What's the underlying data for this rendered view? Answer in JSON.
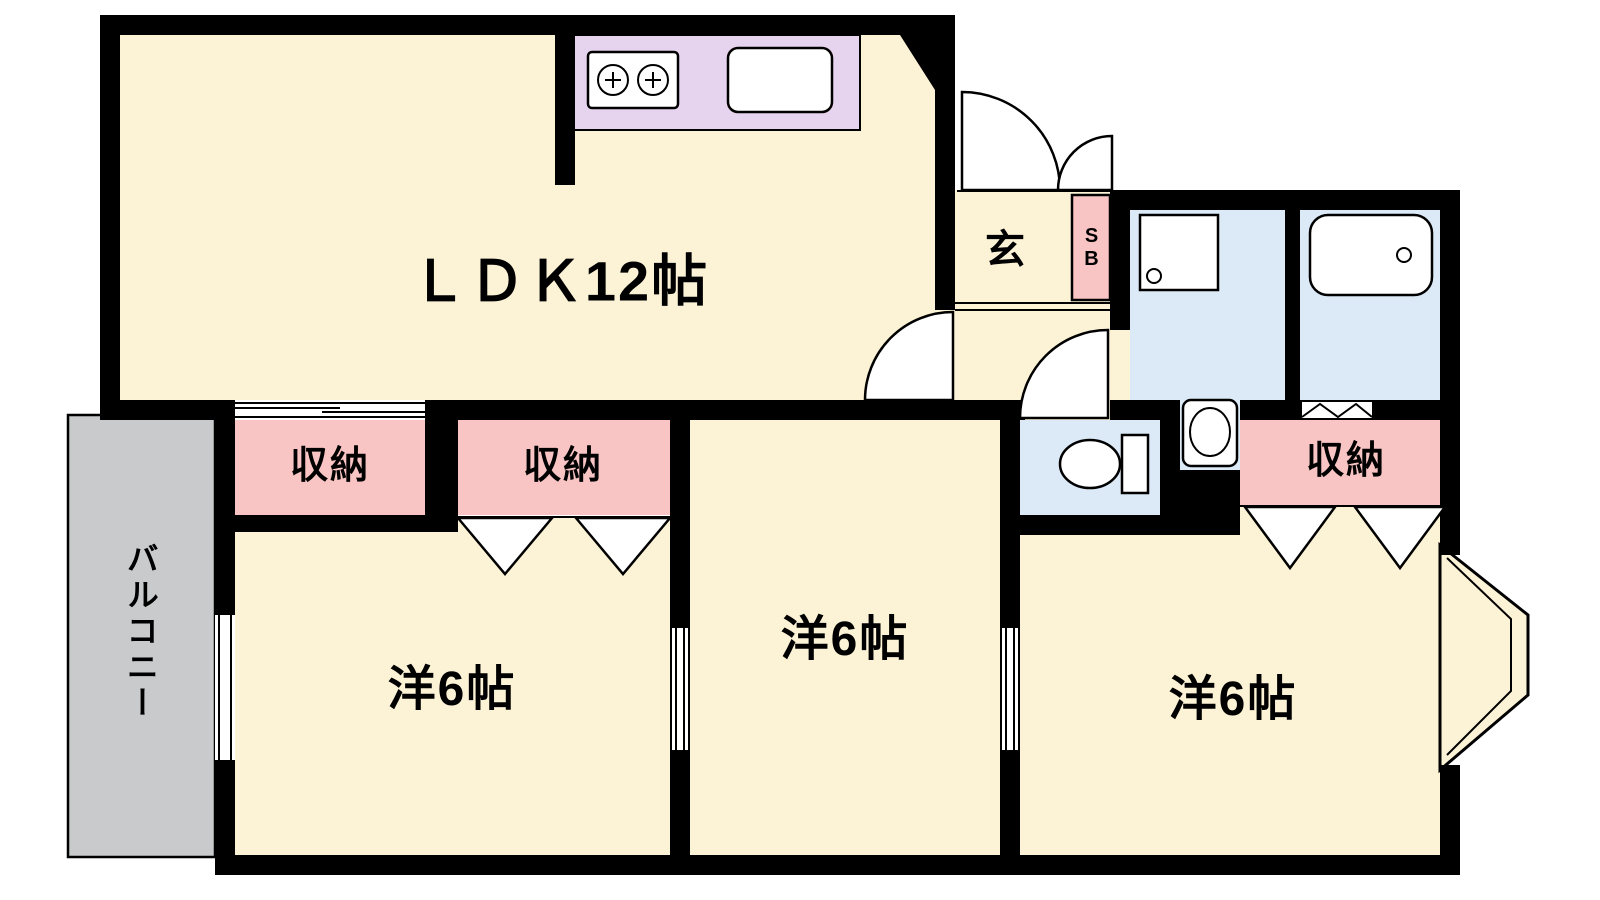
{
  "colors": {
    "wall": "#000000",
    "room": "#FCF3D6",
    "storage": "#F9C5C4",
    "wet": "#DCEAF7",
    "kitchen": "#E6D4EF",
    "balcony": "#C9CACB"
  },
  "rooms": {
    "ldk": {
      "label": "ＬＤＫ12帖"
    },
    "genkan": {
      "label": "玄"
    },
    "shoe_box": {
      "label": "SB"
    },
    "storage_a": {
      "label": "収納"
    },
    "storage_b": {
      "label": "収納"
    },
    "storage_c": {
      "label": "収納"
    },
    "bedroom_left": {
      "label": "洋6帖"
    },
    "bedroom_center": {
      "label": "洋6帖"
    },
    "bedroom_right": {
      "label": "洋6帖"
    },
    "balcony": {
      "label": "バルコニー"
    }
  }
}
